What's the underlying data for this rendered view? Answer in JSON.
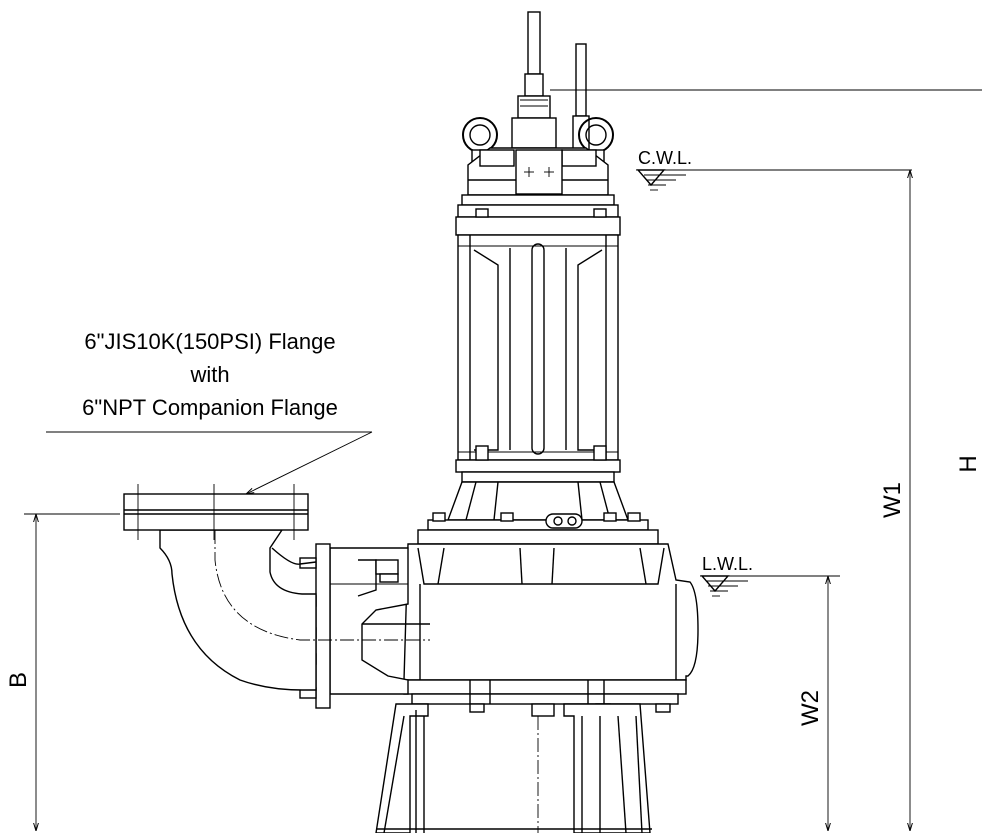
{
  "callout": {
    "line1": "6\"JIS10K(150PSI) Flange",
    "line2": "with",
    "line3": "6\"NPT Companion Flange"
  },
  "levels": {
    "cwl": "C.W.L.",
    "lwl": "L.W.L."
  },
  "dimensions": {
    "b": "B",
    "w1": "W1",
    "w2": "W2",
    "h": "H"
  },
  "colors": {
    "line": "#000000",
    "background": "#ffffff"
  }
}
